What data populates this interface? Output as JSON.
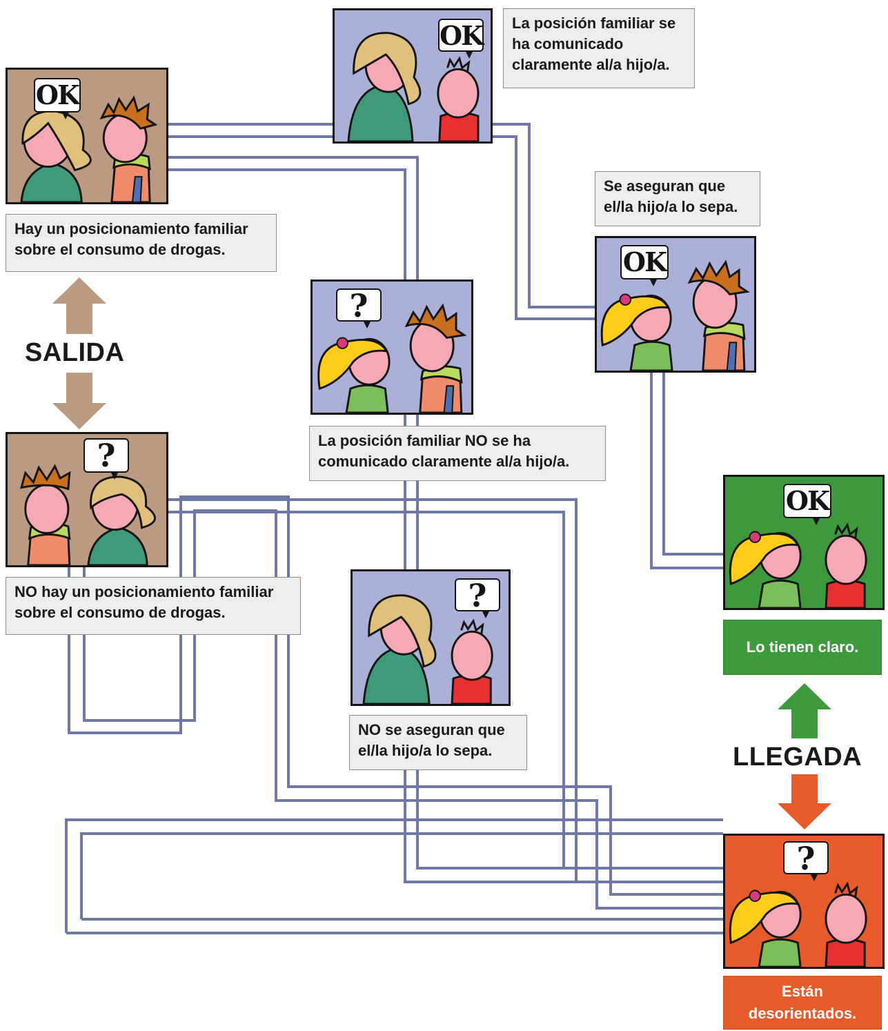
{
  "colors": {
    "panel_tan": "#bc9a82",
    "panel_lavender": "#aab0d8",
    "panel_green": "#3c9a3c",
    "panel_orange": "#e75a2a",
    "wire": "#6e79a8",
    "arrow_tan": "#bc9a82",
    "arrow_green": "#3c9a3c",
    "arrow_orange": "#e75a2a"
  },
  "start": {
    "heading": "SALIDA",
    "yes_label": "Hay un posicionamiento familiar sobre el consumo de drogas.",
    "no_label": "NO hay un posicionamiento familiar sobre el consumo de drogas."
  },
  "middle": {
    "communicated_label": "La posición familiar se ha comunicado claramente al/a hijo/a.",
    "not_communicated_label": "La posición familiar NO se ha comunicado claramente al/a hijo/a.",
    "ensure_label": "Se aseguran que el/la hijo/a lo sepa.",
    "not_ensure_label": "NO se aseguran que el/la hijo/a lo sepa."
  },
  "finish": {
    "heading": "LLEGADA",
    "clear_label": "Lo tienen claro.",
    "lost_label": "Están desorientados."
  },
  "speech": {
    "ok": "OK",
    "question": "?"
  }
}
